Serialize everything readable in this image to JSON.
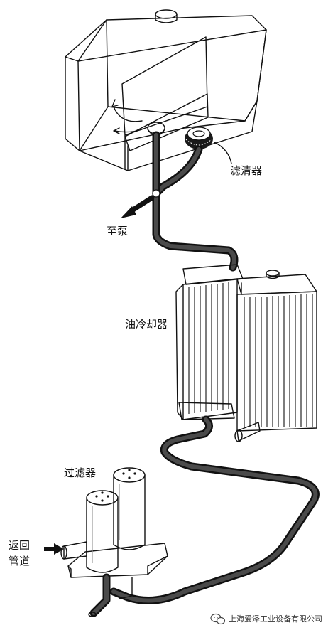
{
  "labels": {
    "strainer": "滤清器",
    "to_pump": "至泵",
    "oil_cooler": "油冷却器",
    "filter": "过滤器",
    "return_line_1": "返回",
    "return_line_2": "管道"
  },
  "watermark": {
    "text": "上海爱泽工业设备有限公司",
    "icon": "wechat-icon"
  }
}
